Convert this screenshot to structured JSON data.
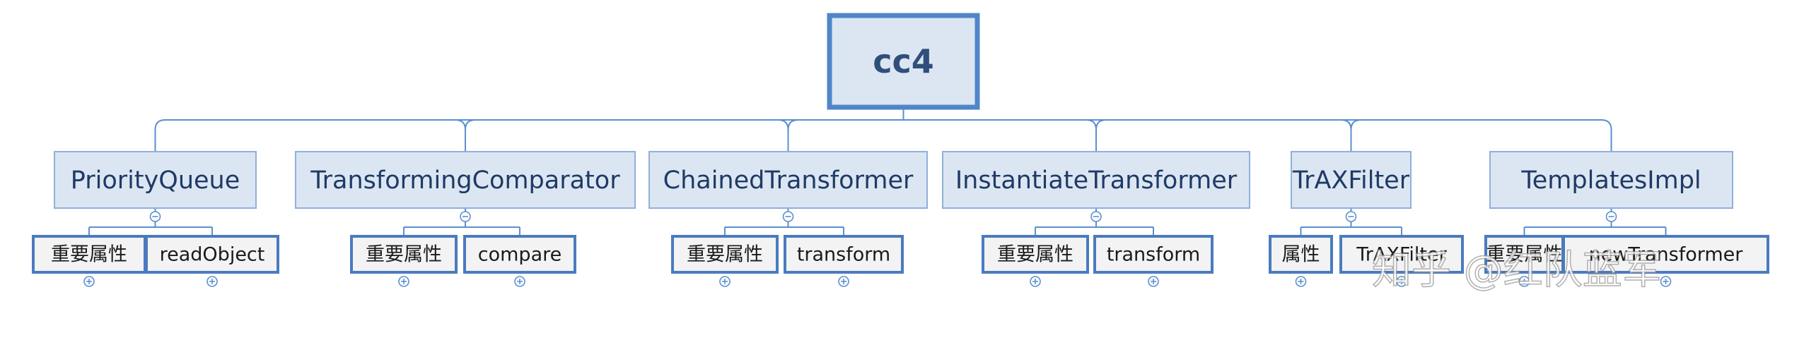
{
  "root": {
    "label": "cc4"
  },
  "branches": [
    {
      "label": "PriorityQueue",
      "leaves": [
        "重要属性",
        "readObject"
      ]
    },
    {
      "label": "TransformingComparator",
      "leaves": [
        "重要属性",
        "compare"
      ]
    },
    {
      "label": "ChainedTransformer",
      "leaves": [
        "重要属性",
        "transform"
      ]
    },
    {
      "label": "InstantiateTransformer",
      "leaves": [
        "重要属性",
        "transform"
      ]
    },
    {
      "label": "TrAXFilter",
      "leaves": [
        "属性",
        "TrAXFilter"
      ]
    },
    {
      "label": "TemplatesImpl",
      "leaves": [
        "重要属性",
        "newTransformer"
      ]
    }
  ],
  "watermark": "知乎 @红队蓝军",
  "colors": {
    "line": "#5b8fd0",
    "branch_fill": "#dce6f2",
    "branch_border": "#8fb0db",
    "root_border": "#4f86c9",
    "leaf_fill": "#f3f3f3",
    "leaf_border": "#4a7bbf"
  },
  "icons": {
    "collapse": "minus-circle-icon",
    "expand": "plus-circle-icon"
  }
}
